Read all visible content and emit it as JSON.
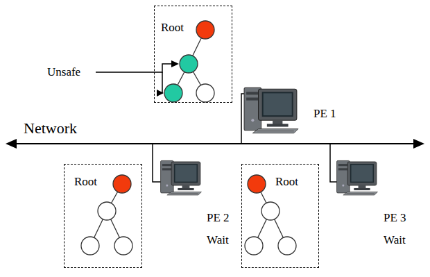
{
  "diagram": {
    "nodes": [
      {
        "text": [
          "Root"
        ]
      },
      {
        "text": [
          "Root"
        ]
      },
      {
        "text": [
          "Root"
        ]
      }
    ],
    "labels": [
      "Network",
      "Unsafe",
      "PE 1",
      "PE 2",
      "Wait",
      "PE 3",
      "Wait"
    ]
  }
}
